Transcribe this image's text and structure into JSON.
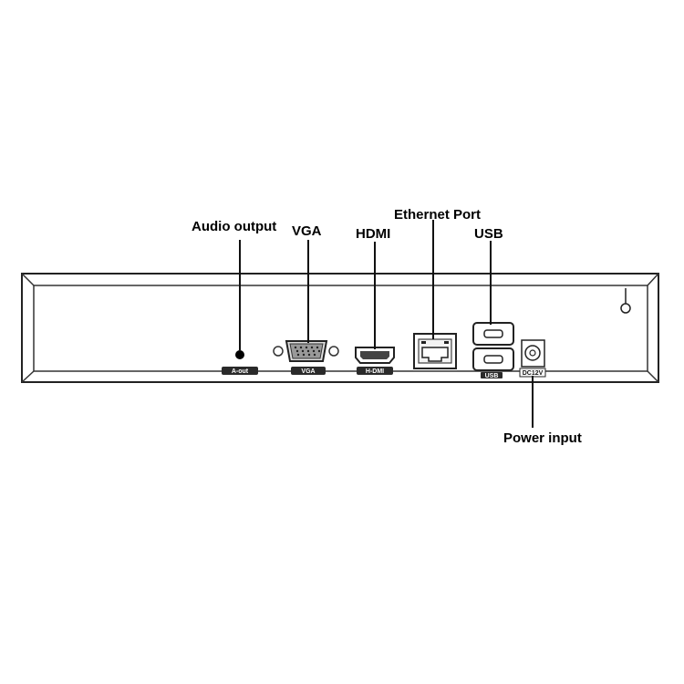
{
  "callouts": {
    "audio_output": "Audio output",
    "vga": "VGA",
    "hdmi": "HDMI",
    "ethernet": "Ethernet Port",
    "usb": "USB",
    "power": "Power input"
  },
  "panel_labels": {
    "a_out": "A-out",
    "vga": "VGA",
    "hdmi": "H-DMI",
    "usb": "USB",
    "dc": "DC12V"
  },
  "colors": {
    "outline": "#222222",
    "panel_fill": "#ffffff",
    "label_bg": "#2a2a2a",
    "line": "#111111"
  }
}
